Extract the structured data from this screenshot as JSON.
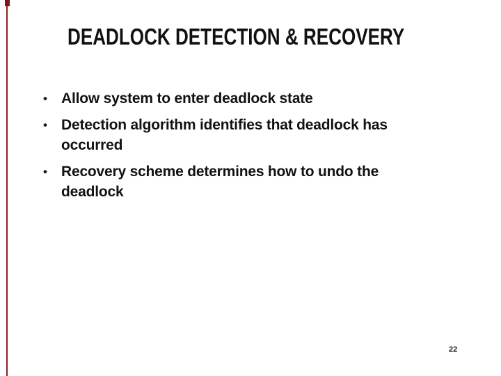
{
  "slide": {
    "background_color": "#ffffff",
    "accent_line_color": "#8e1f24",
    "title": "DEADLOCK DETECTION & RECOVERY",
    "bullets": {
      "glyph": "•",
      "items": [
        {
          "lines": [
            "Allow system to enter deadlock state"
          ]
        },
        {
          "lines": [
            "Detection algorithm identifies that deadlock has",
            "occurred"
          ]
        },
        {
          "lines": [
            "Recovery scheme determines how to undo the",
            "deadlock"
          ]
        }
      ]
    },
    "page_number": "22"
  }
}
